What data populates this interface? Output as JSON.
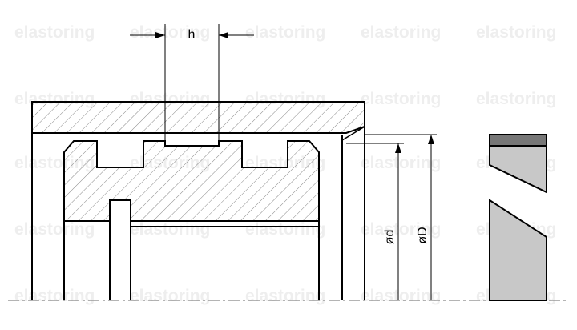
{
  "drawing": {
    "watermark_text": "elastoring",
    "dimension_labels": {
      "h": "h",
      "d": "ød",
      "D": "øD"
    }
  },
  "colors": {
    "line": "#000000",
    "seal_fill_dark": "#777777",
    "seal_fill_light": "#c8c8c8",
    "watermark": "#eeeeee",
    "background": "#ffffff"
  }
}
